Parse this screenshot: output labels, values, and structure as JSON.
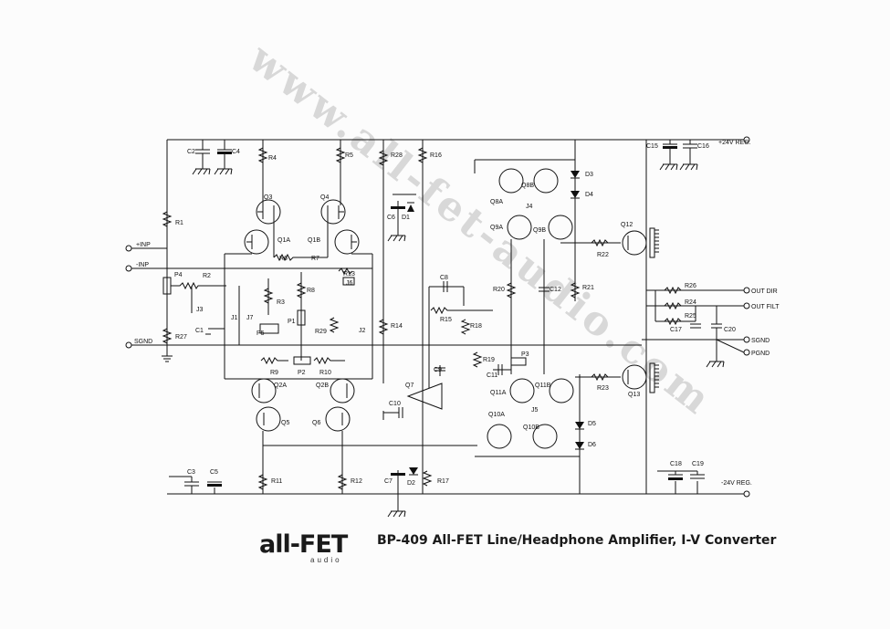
{
  "watermark": "www.all-fet-audio.com",
  "title": "BP-409 All-FET Line/Headphone Amplifier, I-V Converter",
  "logo": {
    "main": "all-FET",
    "sub": "audio"
  },
  "ports": {
    "in_pos": "+INP",
    "in_neg": "-INP",
    "sgnd_left": "SGND",
    "pos_reg": "+24V REG.",
    "neg_reg": "-24V REG.",
    "out_dir": "OUT DIR",
    "out_filt": "OUT FILT",
    "sgnd_right": "SGND",
    "pgnd": "PGND"
  },
  "labels": {
    "C2": "C2",
    "C4": "C4",
    "R4": "R4",
    "R5": "R5",
    "R28": "R28",
    "R16": "R16",
    "D3": "D3",
    "D4": "D4",
    "C15": "C15",
    "C16": "C16",
    "Q3": "Q3",
    "Q4": "Q4",
    "C6": "C6",
    "D1": "D1",
    "Q8A": "Q8A",
    "Q8B": "Q8B",
    "J4": "J4",
    "Q9A": "Q9A",
    "Q9B": "Q9B",
    "Q12": "Q12",
    "R1": "R1",
    "Q1A": "Q1A",
    "Q1B": "Q1B",
    "R6": "R6",
    "R7": "R7",
    "R22": "R22",
    "P4": "P4",
    "R2": "R2",
    "R13": "R13",
    "J6": "J6",
    "C8": "C8",
    "R8": "R8",
    "R3": "R3",
    "J3": "J3",
    "J7": "J7",
    "P1": "P1",
    "R20": "R20",
    "C12": "C12",
    "R21": "R21",
    "R26": "R26",
    "R24": "R24",
    "R15": "R15",
    "R18": "R18",
    "R25": "R25",
    "C1": "C1",
    "J1": "J1",
    "P5": "P5",
    "R29": "R29",
    "J2": "J2",
    "R14": "R14",
    "C17": "C17",
    "C20": "C20",
    "R27": "R27",
    "P3": "P3",
    "R19": "R19",
    "R9": "R9",
    "P2": "P2",
    "R10": "R10",
    "C9": "C9",
    "C11": "C11",
    "R23": "R23",
    "Q2A": "Q2A",
    "Q2B": "Q2B",
    "Q7": "Q7",
    "Q11A": "Q11A",
    "Q11B": "Q11B",
    "Q13": "Q13",
    "C10": "C10",
    "J5": "J5",
    "Q5": "Q5",
    "Q6": "Q6",
    "Q10A": "Q10A",
    "Q10B": "Q10B",
    "D5": "D5",
    "D6": "D6",
    "C3": "C3",
    "C5": "C5",
    "R11": "R11",
    "R12": "R12",
    "C7": "C7",
    "D2": "D2",
    "R17": "R17",
    "C18": "C18",
    "C19": "C19"
  }
}
